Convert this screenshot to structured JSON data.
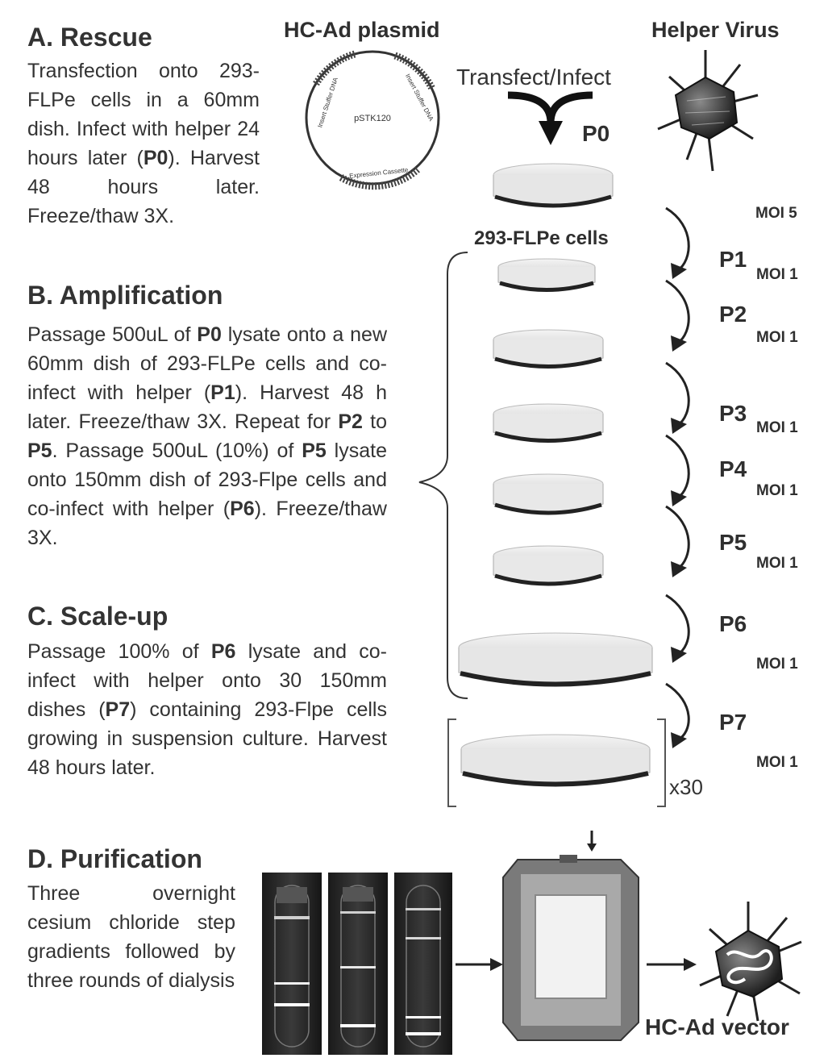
{
  "sections": {
    "rescue": {
      "heading": "A. Rescue",
      "text": "Transfection onto 293-FLPe cells in a 60mm dish. Infect with helper 24 hours later (P0). Harvest 48 hours later. Freeze/thaw 3X."
    },
    "amplification": {
      "heading": "B. Amplification",
      "text": "Passage 500uL of P0 lysate onto a new 60mm dish of 293-FLPe cells and co-infect with helper (P1). Harvest 48 h later. Freeze/thaw 3X. Repeat for P2 to P5. Passage 500uL (10%) of P5 lysate onto 150mm dish of 293-Flpe cells and co-infect with helper (P6). Freeze/thaw 3X."
    },
    "scaleup": {
      "heading": "C. Scale-up",
      "text": "Passage 100% of P6 lysate and co-infect with helper onto 30 150mm dishes (P7) containing 293-Flpe cells growing in suspension culture. Harvest 48 hours later."
    },
    "purification": {
      "heading": "D. Purification",
      "text": "Three overnight cesium chloride step gradients followed by three rounds of dialysis"
    }
  },
  "labels": {
    "plasmid_title": "HC-Ad plasmid",
    "helper_title": "Helper Virus",
    "transfect": "Transfect/Infect",
    "cells": "293-FLPe cells",
    "multiplier": "x30",
    "vector": "HC-Ad vector",
    "p0": "P0"
  },
  "plasmid": {
    "name": "pSTK120",
    "segment_left": "Insert Stuffer DNA",
    "segment_right": "Insert Stuffer DNA",
    "segment_bottom": "Expression Cassette"
  },
  "passages": [
    {
      "label": "P1",
      "moi": "MOI 1"
    },
    {
      "label": "P2",
      "moi": "MOI 1"
    },
    {
      "label": "P3",
      "moi": "MOI 1"
    },
    {
      "label": "P4",
      "moi": "MOI 1"
    },
    {
      "label": "P5",
      "moi": "MOI 1"
    },
    {
      "label": "P6",
      "moi": "MOI 1"
    },
    {
      "label": "P7",
      "moi": "MOI 1"
    }
  ],
  "moi_initial": "MOI 5",
  "icon_names": [
    "plasmid-icon",
    "helper-virus-icon",
    "culture-dish-icon",
    "gradient-tube-icon",
    "dialysis-cassette-icon",
    "hc-ad-vector-icon"
  ]
}
